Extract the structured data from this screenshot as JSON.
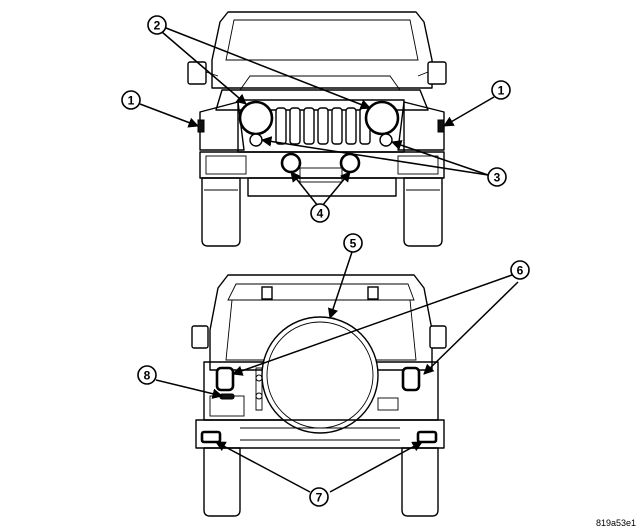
{
  "callouts": [
    {
      "id": "2",
      "label": "2"
    },
    {
      "id": "1",
      "label": "1"
    },
    {
      "id": "1b",
      "label": "1"
    },
    {
      "id": "3",
      "label": "3"
    },
    {
      "id": "4",
      "label": "4"
    },
    {
      "id": "5",
      "label": "5"
    },
    {
      "id": "6",
      "label": "6"
    },
    {
      "id": "8",
      "label": "8"
    },
    {
      "id": "7",
      "label": "7"
    }
  ],
  "figure_code": "819a53e1"
}
